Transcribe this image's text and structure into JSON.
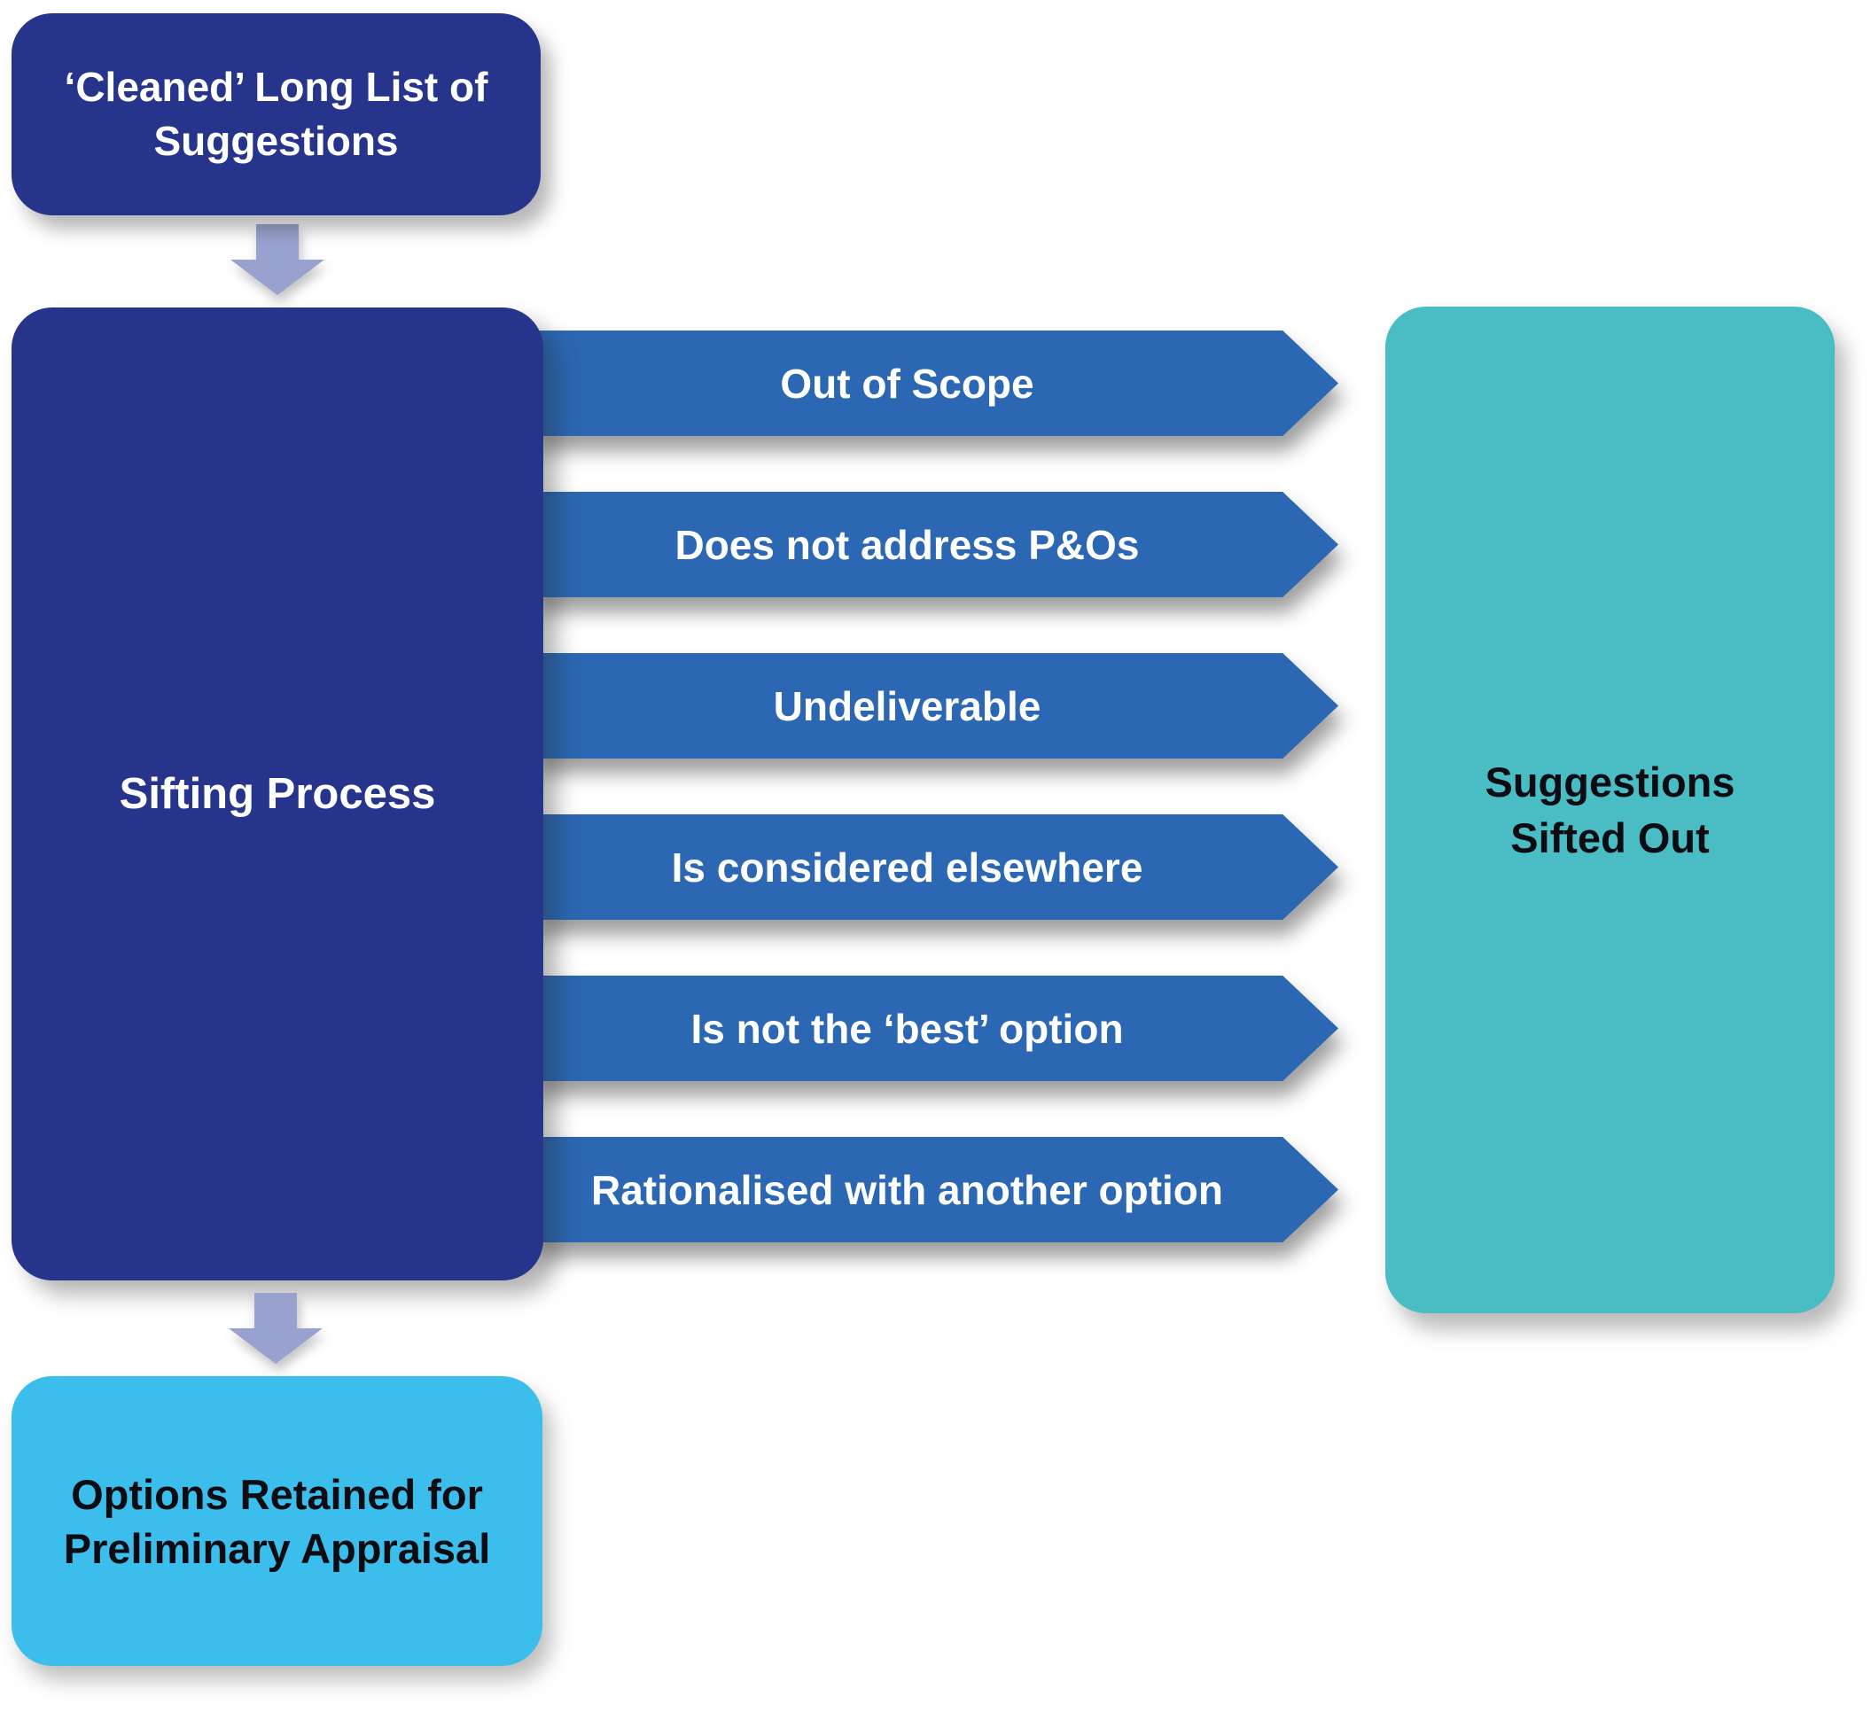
{
  "diagram": {
    "top_box": {
      "line1": "‘Cleaned’ Long List of",
      "line2": "Suggestions"
    },
    "main_box": {
      "label": "Sifting Process"
    },
    "sift_arrows": [
      {
        "label": "Out of Scope"
      },
      {
        "label": "Does not address P&Os"
      },
      {
        "label": "Undeliverable"
      },
      {
        "label": "Is considered elsewhere"
      },
      {
        "label": "Is not the ‘best’ option"
      },
      {
        "label": "Rationalised with another option"
      }
    ],
    "right_box": {
      "line1": "Suggestions",
      "line2": "Sifted Out"
    },
    "bottom_box": {
      "line1": "Options Retained for",
      "line2": "Preliminary Appraisal"
    },
    "colors": {
      "navy": "#27348b",
      "arrow_blue": "#2b67b2",
      "teal": "#49bcc4",
      "light_blue": "#3cbeec",
      "lavender": "#99a2ce",
      "text_light": "#ffffff",
      "text_dark": "#0c0c12"
    }
  }
}
